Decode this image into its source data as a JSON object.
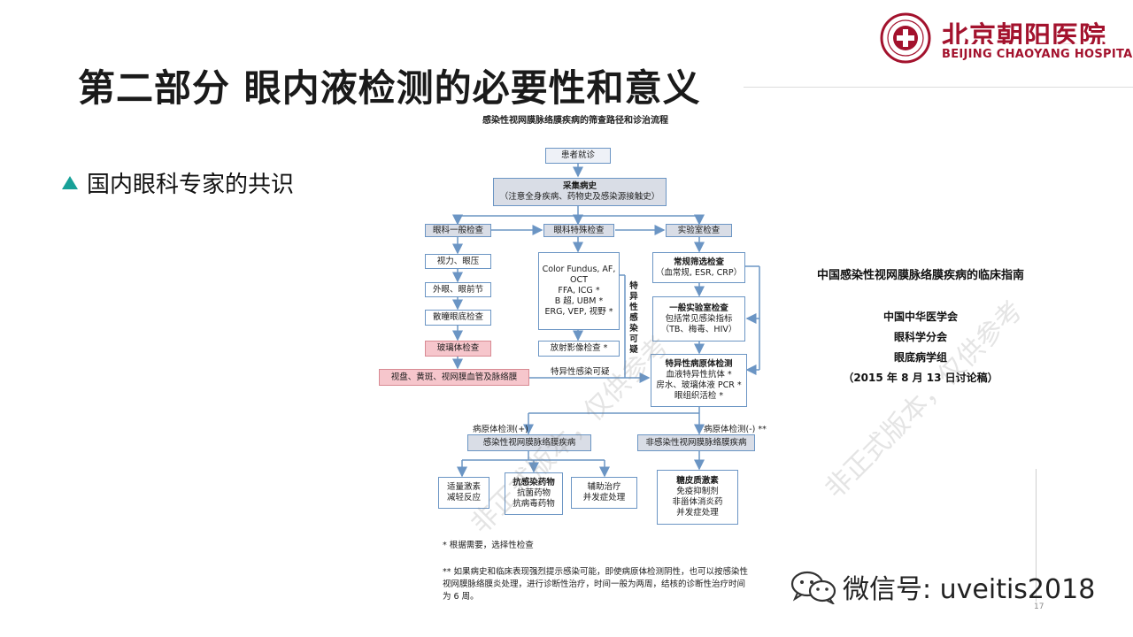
{
  "slide": {
    "title": "第二部分 眼内液检测的必要性和意义",
    "bullet": "国内眼科专家的共识",
    "page_number": "17"
  },
  "logo": {
    "name_cn": "北京朝阳医院",
    "name_en": "BEIJING CHAOYANG HOSPITAL",
    "color": "#a3122d"
  },
  "accent_color": "#17a198",
  "flowchart": {
    "title": "感染性视网膜脉络膜疾病的筛查路径和诊治流程",
    "nodes": {
      "visit": [
        "患者就诊"
      ],
      "history": [
        "采集病史",
        "（注意全身疾病、药物史及感染源接触史）"
      ],
      "eye_general": [
        "眼科一般检查"
      ],
      "eye_special": [
        "眼科特殊检查"
      ],
      "lab": [
        "实验室检查"
      ],
      "acuity": [
        "视力、眼压"
      ],
      "external": [
        "外眼、眼前节"
      ],
      "slitlamp": [
        "散瞳眼底检查"
      ],
      "vitreous": [
        "玻璃体检查"
      ],
      "fundus_layers": [
        "视盘、黄斑、视网膜血管及脉络膜"
      ],
      "imaging": [
        "Color Fundus, AF,",
        "OCT",
        "FFA, ICG *",
        "B 超, UBM *",
        "ERG, VEP, 视野 *"
      ],
      "radiology": [
        "放射影像检查 *"
      ],
      "routine_lab": [
        "常规筛选检查",
        "（血常规, ESR, CRP）"
      ],
      "general_lab": [
        "一般实验室检查",
        "包括常见感染指标",
        "（TB、梅毒、HIV）"
      ],
      "pathogen": [
        "特异性病原体检测",
        "血液特异性抗体 *",
        "房水、玻璃体液 PCR *",
        "眼组织活检 *"
      ],
      "infectious": [
        "感染性视网膜脉络膜疾病"
      ],
      "noninfectious": [
        "非感染性视网膜脉络膜疾病"
      ],
      "steroid": [
        "适量激素",
        "减轻反应"
      ],
      "antiinfective": [
        "抗感染药物",
        "抗菌药物",
        "抗病毒药物"
      ],
      "supportive": [
        "辅助治疗",
        "并发症处理"
      ],
      "immuno": [
        "糖皮质激素",
        "免疫抑制剂",
        "非甾体消炎药",
        "并发症处理"
      ]
    },
    "labels": {
      "suspected_vertical": "特异性感染可疑",
      "suspected_horizontal": "特异性感染可疑",
      "pathogen_positive": "病原体检测(+)",
      "pathogen_negative": "病原体检测(-) **"
    },
    "notes": [
      "* 根据需要，选择性检查",
      "** 如果病史和临床表现强烈提示感染可能，即使病原体检测阴性，也可以按感染性视网膜脉络膜炎处理，进行诊断性治疗，时间一般为两周，结核的诊断性治疗时间为 6 周。"
    ],
    "box_colors": {
      "border": "#6b95c4",
      "header_fill": "#d9dde6",
      "highlight_fill": "#f6c6cc"
    }
  },
  "guideline": {
    "title": "中国感染性视网膜脉络膜疾病的临床指南",
    "lines": [
      "中国中华医学会",
      "眼科学分会",
      "眼底病学组",
      "（2015 年 8 月 13 日讨论稿）"
    ]
  },
  "watermarks": [
    "非正式版本，仅供参考",
    "非正式版本，仅供参考"
  ],
  "wechat": {
    "icon": "wechat-icon",
    "text": "微信号: uveitis2018"
  }
}
